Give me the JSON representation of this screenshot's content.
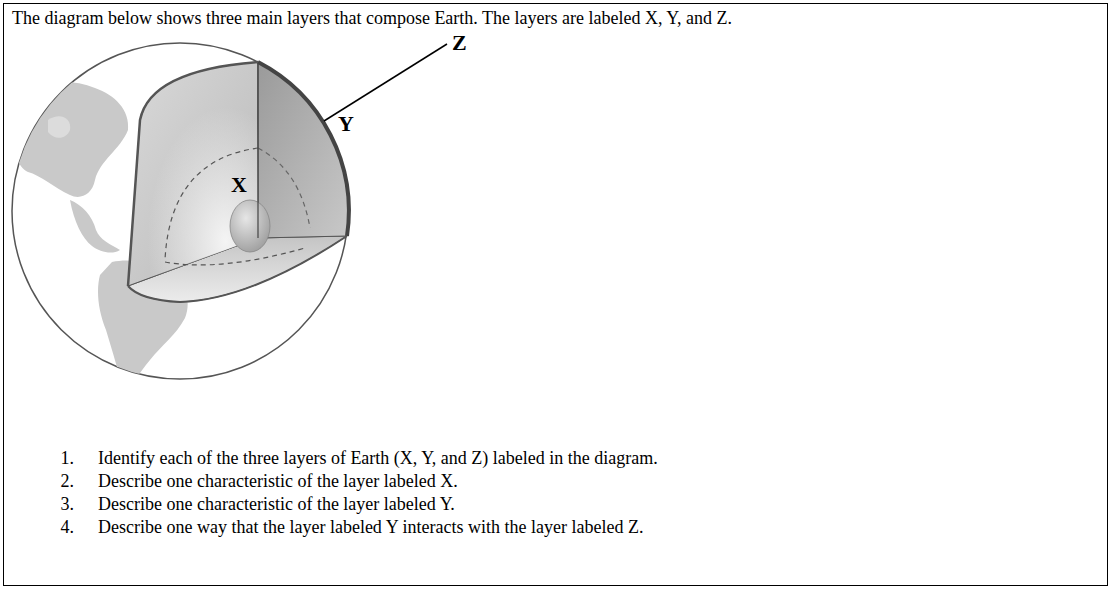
{
  "diagram": {
    "title": "The diagram below shows three main layers that compose Earth. The layers are labeled X, Y, and Z.",
    "labels": [
      "X",
      "Y",
      "Z",
      "1.",
      "Identify each of the three layers of Earth (X, Y, and Z) labeled in the diagram.",
      "2.",
      "Describe one characteristic of the layer labeled X.",
      "3.",
      "Describe one characteristic of the layer labeled Y.",
      "4.",
      "Describe one way that the layer labeled Y interacts with the layer labeled Z."
    ]
  }
}
